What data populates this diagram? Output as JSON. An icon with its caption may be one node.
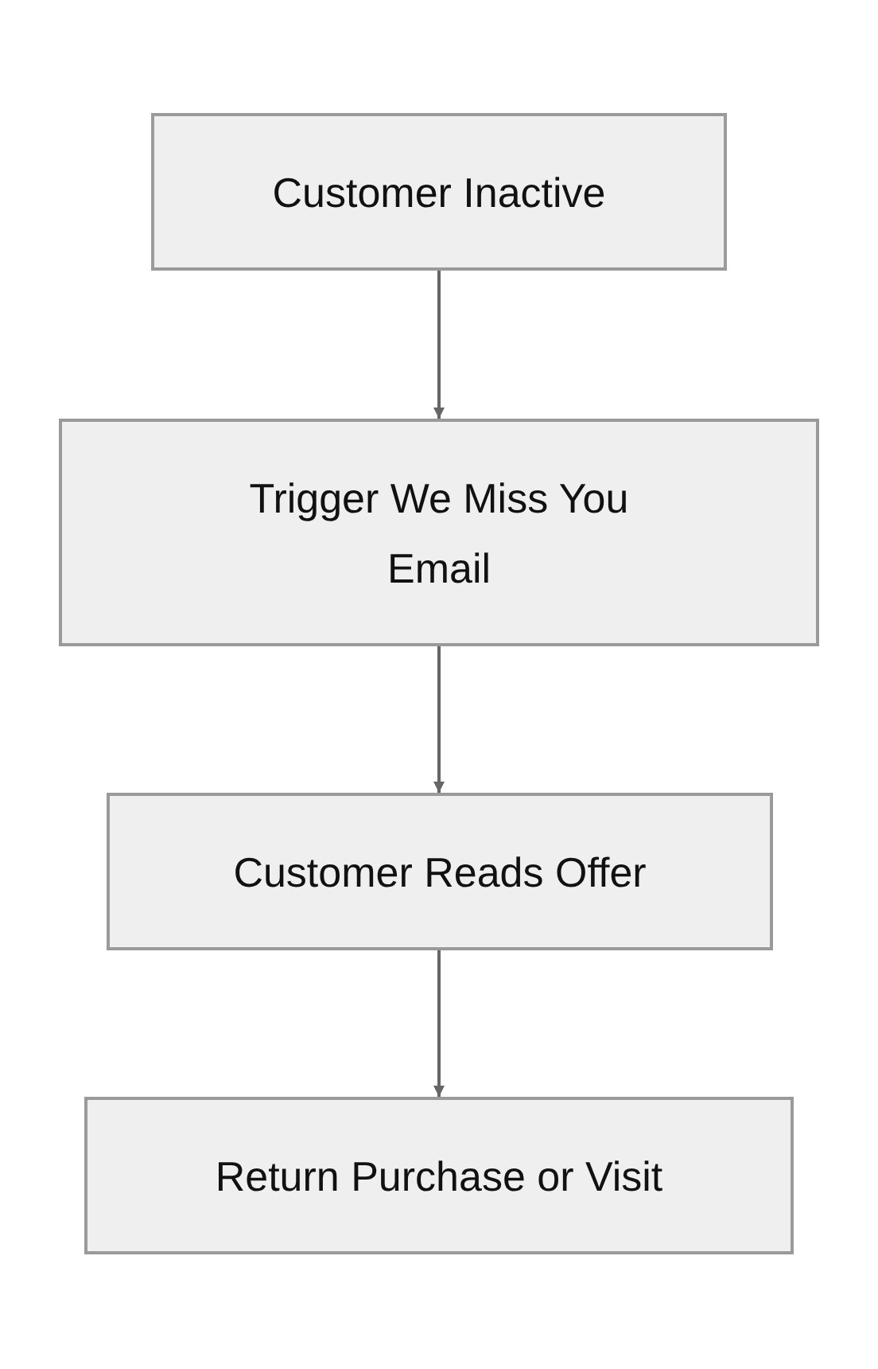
{
  "diagram": {
    "nodes": [
      {
        "text": [
          "Customer Inactive"
        ]
      },
      {
        "text": [
          "Trigger We Miss You Email"
        ]
      },
      {
        "text": [
          "Customer Reads Offer"
        ]
      },
      {
        "text": [
          "Return Purchase or Visit"
        ]
      }
    ],
    "edges": [
      {
        "from": 0,
        "to": 1,
        "arrow": "to"
      },
      {
        "from": 1,
        "to": 2,
        "arrow": "to"
      },
      {
        "from": 2,
        "to": 3,
        "arrow": "to"
      }
    ]
  }
}
